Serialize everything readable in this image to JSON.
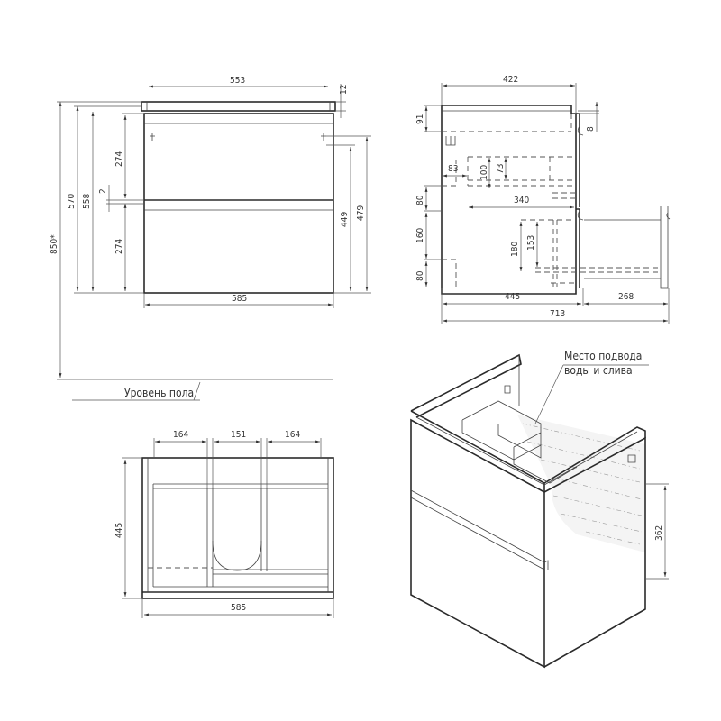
{
  "front_view": {
    "width_top": "553",
    "top_thickness": "12",
    "total_height": "850*",
    "height_570": "570",
    "height_558": "558",
    "drawer_upper": "274",
    "gap": "2",
    "drawer_lower": "274",
    "height_449": "449",
    "height_479": "479",
    "width_bottom": "585",
    "floor_label": "Уровень пола"
  },
  "side_view": {
    "depth_top": "422",
    "dim_91": "91",
    "dim_8": "8",
    "dim_83": "83",
    "dim_100": "100",
    "dim_73": "73",
    "dim_340": "340",
    "dim_80_upper": "80",
    "dim_160": "160",
    "dim_80_lower": "80",
    "dim_180": "180",
    "dim_153": "153",
    "depth_body": "445",
    "drawer_extension": "268",
    "depth_total": "713"
  },
  "top_view": {
    "section_left": "164",
    "section_middle": "151",
    "section_right": "164",
    "depth": "445",
    "width": "585"
  },
  "iso_view": {
    "callout_line1": "Место подвода",
    "callout_line2": "воды и слива",
    "dim_362": "362"
  }
}
